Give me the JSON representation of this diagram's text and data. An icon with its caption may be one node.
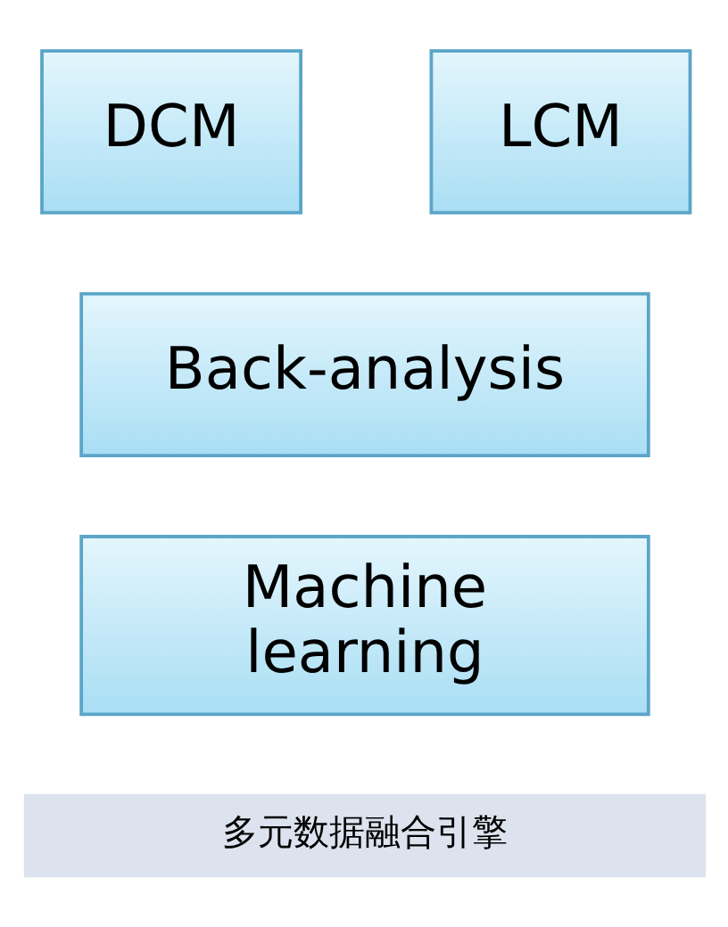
{
  "diagram": {
    "nodes": [
      {
        "text": [
          "DCM"
        ]
      },
      {
        "text": [
          "LCM"
        ]
      },
      {
        "text": [
          "Back-analysis"
        ]
      },
      {
        "text": [
          "Machine learning"
        ]
      },
      {
        "text": [
          "多元数据融合引擎"
        ]
      }
    ],
    "edges": []
  }
}
